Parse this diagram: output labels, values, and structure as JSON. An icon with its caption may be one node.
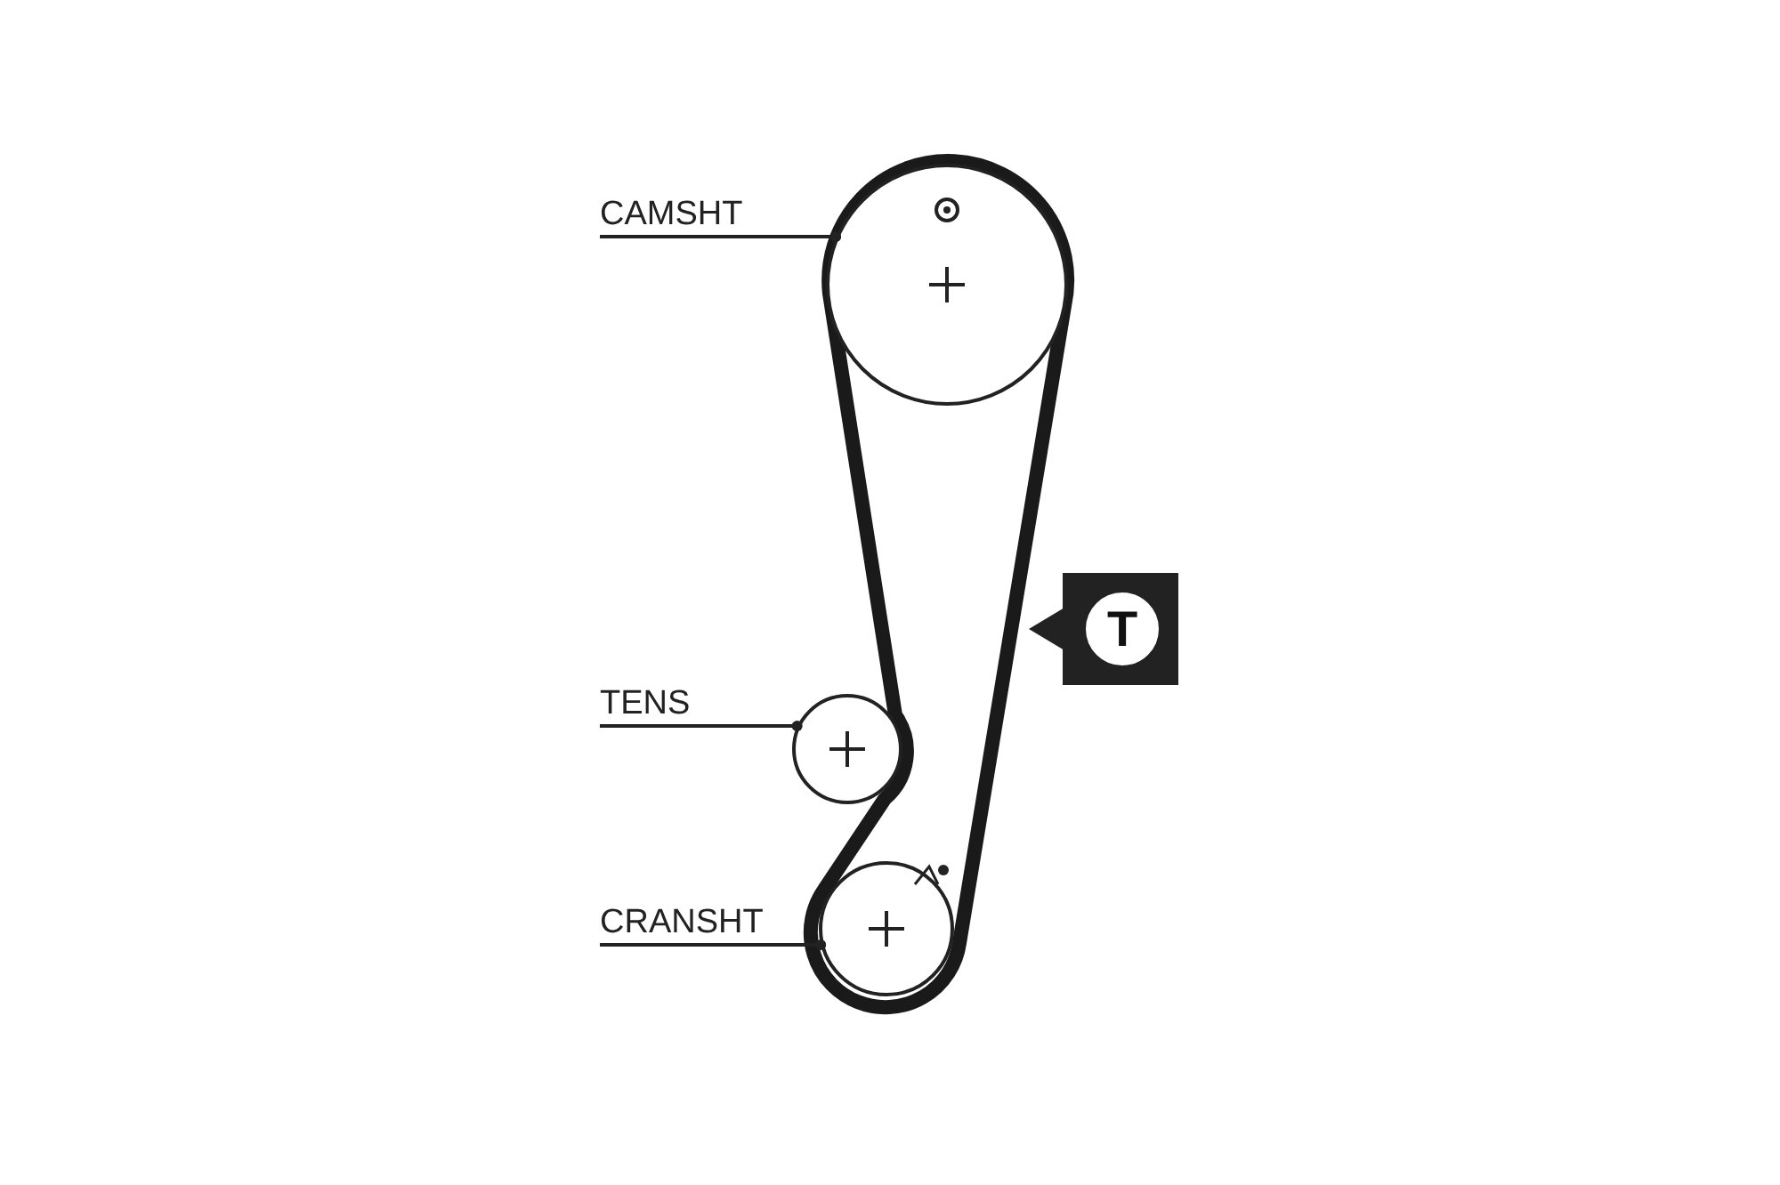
{
  "diagram": {
    "nodes": [
      {
        "text": [
          "CAMSHT"
        ]
      },
      {
        "text": [],
        "shape": "circle"
      },
      {
        "text": [
          "TENS"
        ]
      },
      {
        "text": [],
        "shape": "circle"
      },
      {
        "text": [
          "CRANSHT"
        ]
      },
      {
        "text": [],
        "shape": "circle"
      },
      {
        "text": [
          "T"
        ]
      }
    ],
    "edges": [
      {
        "from": 0,
        "to": 1,
        "arrow": "other"
      },
      {
        "from": 2,
        "to": 3,
        "arrow": "other"
      },
      {
        "from": 4,
        "to": 5,
        "arrow": "other"
      }
    ]
  }
}
